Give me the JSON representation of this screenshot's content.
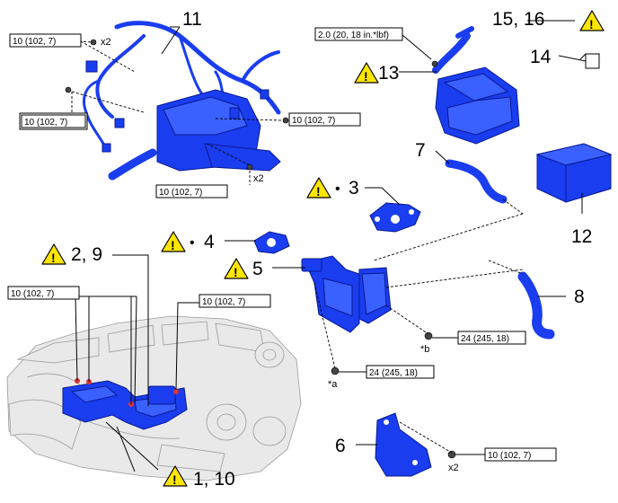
{
  "callouts": {
    "c1_10": "1, 10",
    "c2_9": "2, 9",
    "c3": "3",
    "c4": "4",
    "c5": "5",
    "c6": "6",
    "c7": "7",
    "c8": "8",
    "c11": "11",
    "c12": "12",
    "c13": "13",
    "c14": "14",
    "c15_16": "15, 16"
  },
  "bullet": "•",
  "torque": {
    "harness_top": "10 (102, 7)",
    "harness_left": "10 (102, 7)",
    "harness_right": "10 (102, 7)",
    "harness_bottom": "10 (102, 7)",
    "egr_left": "10 (102, 7)",
    "egr_right": "10 (102, 7)",
    "cooler_b": "24 (245, 18)",
    "cooler_a": "24 (245, 18)",
    "bracket": "10 (102, 7)",
    "air_cleaner": "2.0 (20, 18 in.*lbf)"
  },
  "multipliers": {
    "harness_top": "x2",
    "harness_bottom": "x2",
    "bracket": "x2"
  },
  "refs": {
    "a": "*a",
    "b": "*b"
  },
  "warning_mark": "!",
  "colors": {
    "part": "#1a3df0",
    "warning": "#ffe600"
  }
}
